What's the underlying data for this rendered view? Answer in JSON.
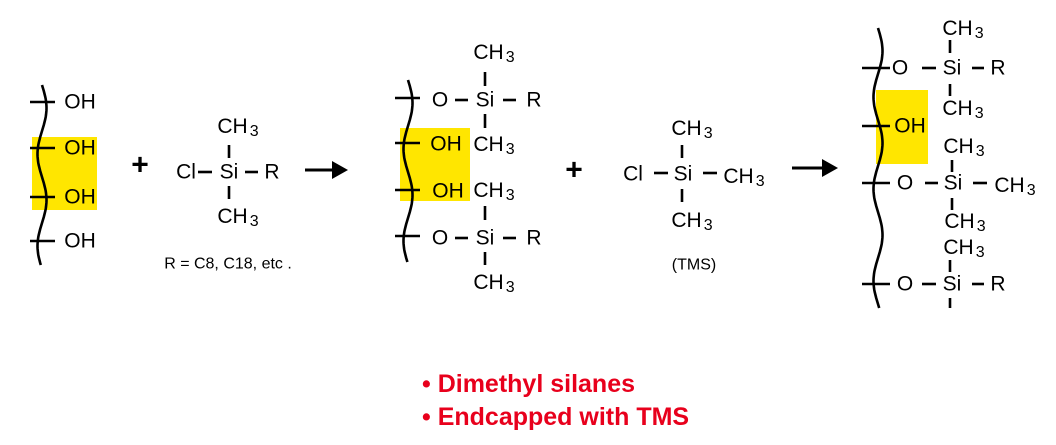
{
  "colors": {
    "highlight": "#ffe600",
    "bullet_text": "#e8001c",
    "ink": "#000000"
  },
  "labels": {
    "hydroxyl": "OH",
    "oxygen": "O",
    "silicon": "Si",
    "chlorine": "Cl",
    "r_group": "R",
    "methyl": {
      "base": "CH",
      "sub": "3"
    },
    "plus": "+"
  },
  "reagent1": {
    "note": "R = C8, C18, etc ."
  },
  "reagent2": {
    "note": "(TMS)"
  },
  "bullets": [
    "• Dimethyl silanes",
    "• Endcapped with TMS"
  ]
}
